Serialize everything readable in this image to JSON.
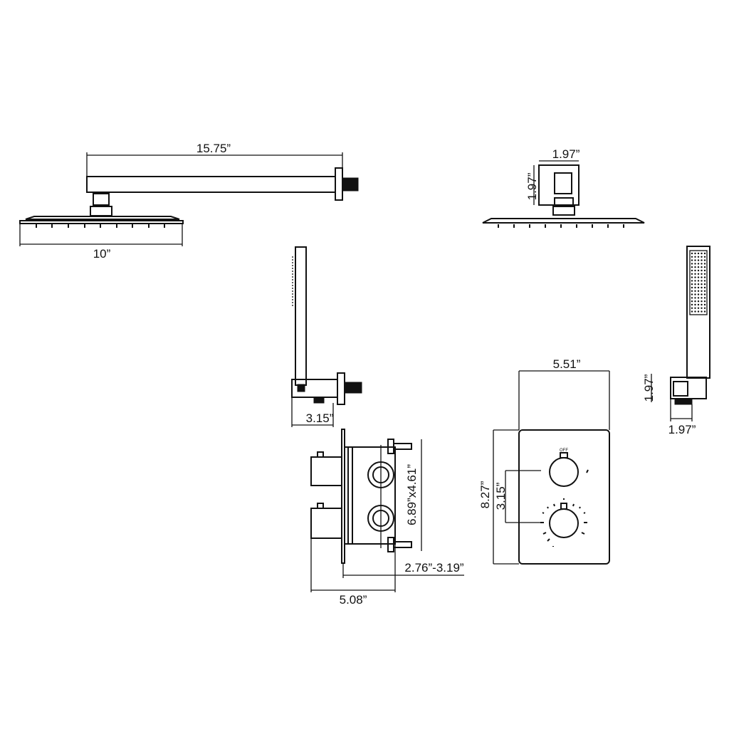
{
  "title": "Shower system dimension drawing",
  "dimensions": {
    "arm_length": "15.75”",
    "head_width": "10”",
    "wall_flange_width": "1.97”",
    "wall_flange_height": "1.97”",
    "handheld_holder_depth": "3.15”",
    "trim_width": "5.51”",
    "holder_height": "1.97”",
    "holder_width": "1.97”",
    "valve_box_size": "6.89”x4.61”",
    "valve_depth_range": "2.76”-3.19”",
    "valve_total_depth": "5.08”",
    "trim_height": "8.27”",
    "knob_spacing": "3.15”"
  },
  "labels": {
    "knob_off": "OFF"
  },
  "colors": {
    "line": "#111111",
    "background": "#ffffff"
  }
}
